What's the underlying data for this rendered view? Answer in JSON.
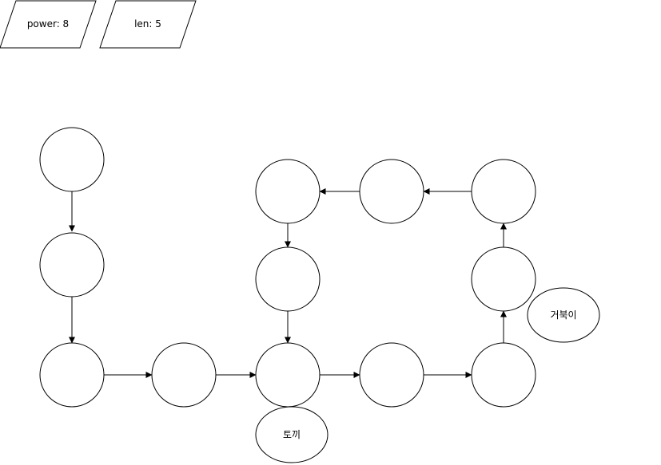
{
  "params": [
    {
      "text": "power: 8"
    },
    {
      "text": "len: 5"
    }
  ],
  "labels": {
    "rabbit": "토끼",
    "turtle": "거북이"
  },
  "colors": {
    "stroke": "#000000",
    "fill": "#ffffff"
  }
}
